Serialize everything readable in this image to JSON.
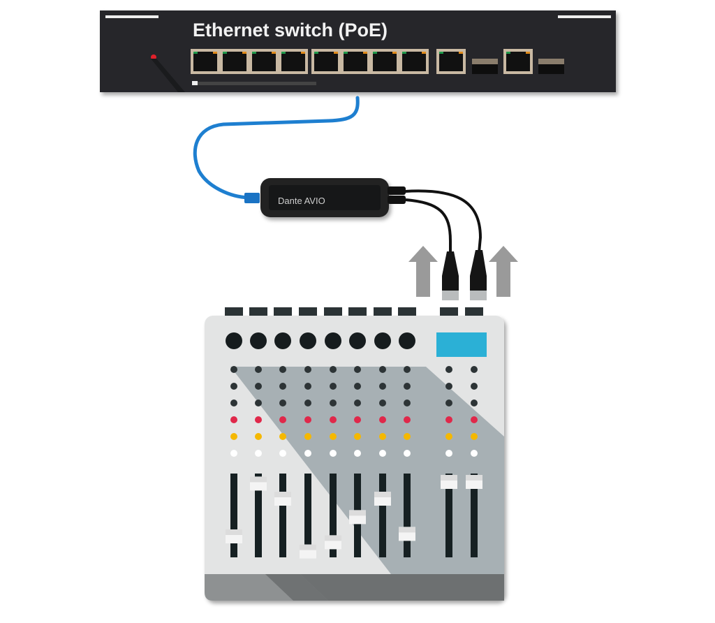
{
  "switch": {
    "title": "Ethernet switch (PoE)",
    "port_groups": [
      4,
      4
    ],
    "uplink_ports": 2,
    "power_led_color": "#e0202a"
  },
  "adapter": {
    "label": "Dante AVIO",
    "cable_color": "#1e7fd0"
  },
  "mixer": {
    "screen_color": "#2bb0d6",
    "fader_levels": [
      0.25,
      0.88,
      0.7,
      0.07,
      0.18,
      0.48,
      0.7,
      0.28,
      0.9,
      0.9
    ],
    "knob_colors": [
      "#2d3436",
      "#2d3436",
      "#2d3436",
      "#e0284a",
      "#f5b800",
      "#ffffff"
    ]
  }
}
